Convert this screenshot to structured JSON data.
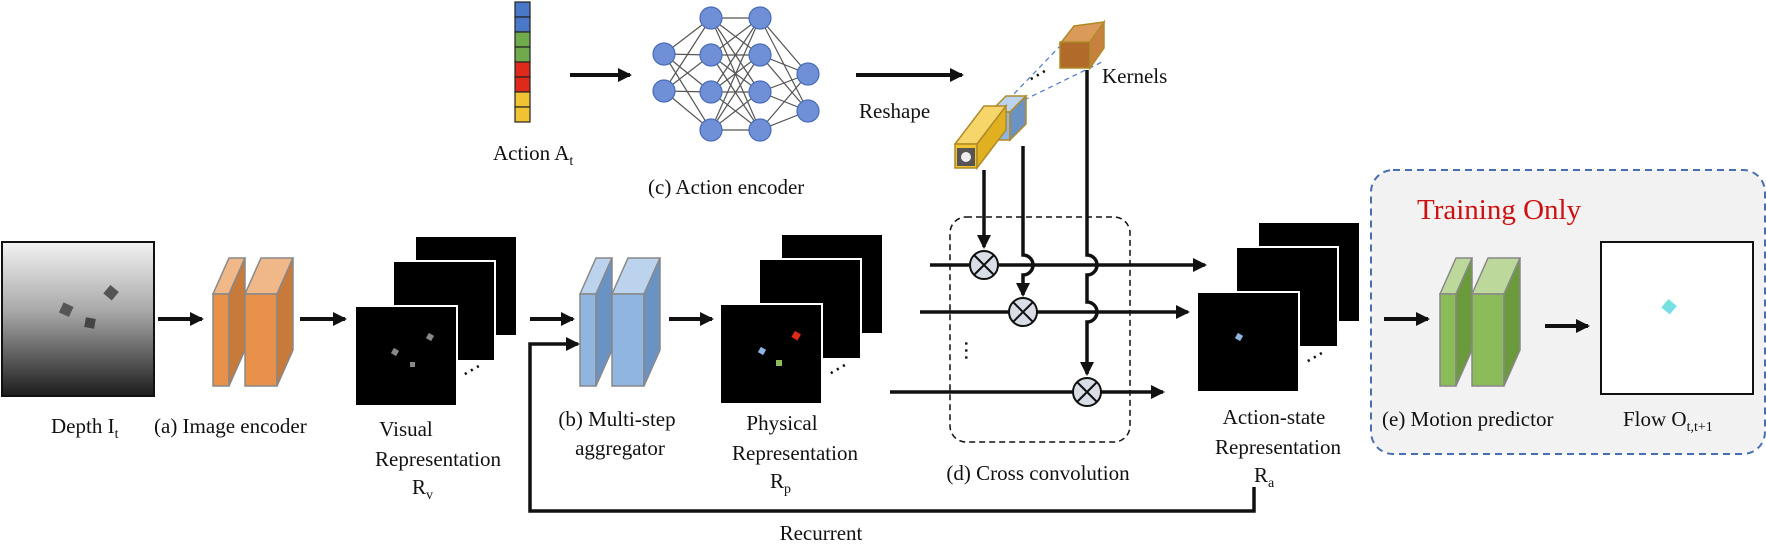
{
  "diagram": {
    "title_box": {
      "label": "Training Only"
    },
    "inputs": {
      "depth": {
        "label": "Depth I",
        "sub": "t"
      },
      "action": {
        "label": "Action A",
        "sub": "t"
      }
    },
    "modules": {
      "image_encoder": "(a) Image encoder",
      "aggregator_line1": "(b) Multi-step",
      "aggregator_line2": "aggregator",
      "action_encoder": "(c) Action encoder",
      "cross_conv": "(d) Cross convolution",
      "motion_predictor": "(e) Motion predictor"
    },
    "representations": {
      "visual": {
        "line1": "Visual",
        "line2": "Representation",
        "sym": "R",
        "sub": "v"
      },
      "physical": {
        "line1": "Physical",
        "line2": "Representation",
        "sym": "R",
        "sub": "p"
      },
      "action_state": {
        "line1": "Action-state",
        "line2": "Representation",
        "sym": "R",
        "sub": "a"
      }
    },
    "output": {
      "label": "Flow O",
      "sub": "t,t+1"
    },
    "edges": {
      "reshape": "Reshape",
      "kernels": "Kernels",
      "recurrent": "Recurrent"
    },
    "colors": {
      "training_red": "#cc1111",
      "image_encoder": "#e8914a",
      "aggregator": "#8fb5e0",
      "motion_predictor": "#8cbb5a",
      "training_bg": "#f2f2f2",
      "training_border": "#4a6fb0"
    },
    "action_vector_colors": [
      "#4a78c8",
      "#4a78c8",
      "#6faa4c",
      "#6faa4c",
      "#dd2a1a",
      "#dd2a1a",
      "#f1c232",
      "#f1c232"
    ]
  }
}
